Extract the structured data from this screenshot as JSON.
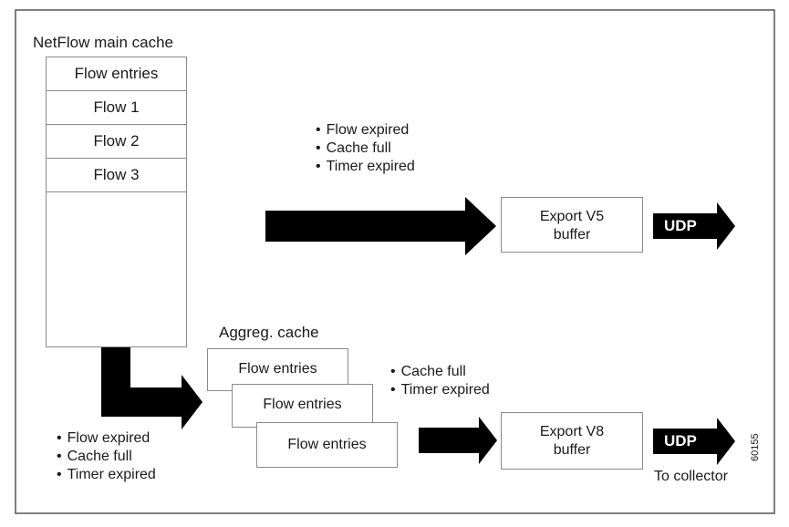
{
  "main_cache": {
    "title": "NetFlow main cache",
    "rows": [
      "Flow entries",
      "Flow 1",
      "Flow 2",
      "Flow 3"
    ]
  },
  "top_conditions": [
    "Flow expired",
    "Cache full",
    "Timer expired"
  ],
  "export_v5": {
    "line1": "Export V5",
    "line2": "buffer"
  },
  "udp_top": "UDP",
  "aggreg": {
    "title": "Aggreg. cache",
    "entries": [
      "Flow entries",
      "Flow entries",
      "Flow entries"
    ]
  },
  "aggreg_conditions": [
    "Cache full",
    "Timer expired"
  ],
  "bottom_conditions": [
    "Flow expired",
    "Cache full",
    "Timer expired"
  ],
  "export_v8": {
    "line1": "Export V8",
    "line2": "buffer"
  },
  "udp_bottom": "UDP",
  "collector_label": "To collector",
  "figure_id": "60155",
  "colors": {
    "border": "#8a8a8a",
    "arrow": "#000000",
    "frame": "#555555"
  }
}
